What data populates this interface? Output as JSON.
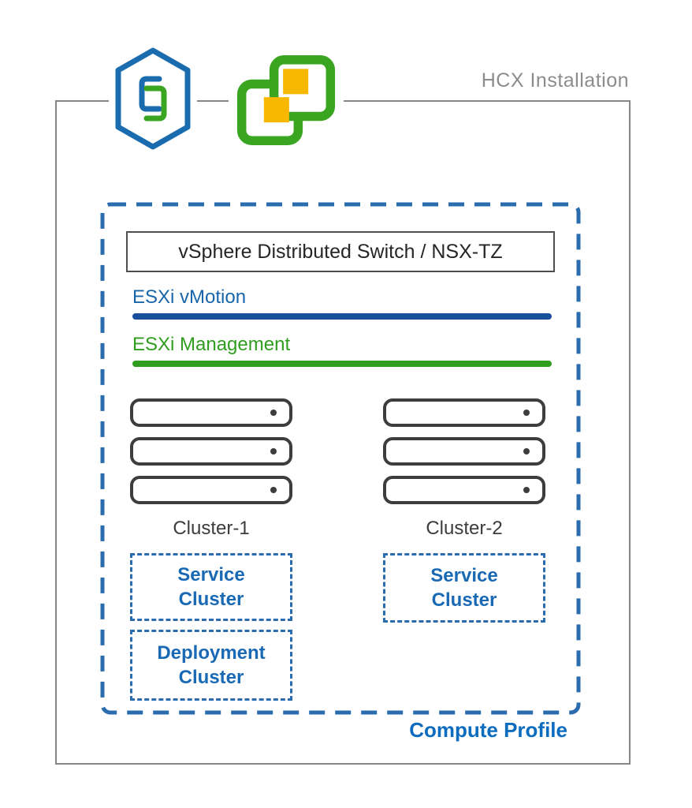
{
  "title": "HCX Installation",
  "logos": [
    {
      "name": "hcx-logo"
    },
    {
      "name": "vsphere-logo"
    }
  ],
  "compute_profile": {
    "label": "Compute Profile",
    "switch_label": "vSphere Distributed Switch / NSX-TZ",
    "networks": [
      {
        "label": "ESXi vMotion",
        "color": "#1a4f9d"
      },
      {
        "label": "ESXi Management",
        "color": "#2f9e1e"
      }
    ],
    "clusters": [
      {
        "name": "Cluster-1",
        "host_count": 3,
        "sub_clusters": [
          "Service Cluster",
          "Deployment Cluster"
        ]
      },
      {
        "name": "Cluster-2",
        "host_count": 3,
        "sub_clusters": [
          "Service Cluster"
        ]
      }
    ]
  },
  "colors": {
    "boundary_gray": "#868686",
    "dashed_blue": "#2a6cad",
    "vmotion_blue": "#1a4f9d",
    "management_green": "#2f9e1e",
    "sub_cluster_blue": "#1a69b5",
    "compute_profile_blue": "#0d6cbe",
    "host_gray": "#3d3d3d",
    "hcx_blue": "#1a6cae",
    "vsphere_green": "#3aa521",
    "vsphere_yellow": "#f8b800"
  }
}
